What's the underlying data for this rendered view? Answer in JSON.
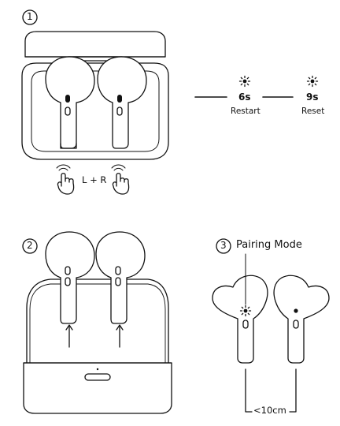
{
  "steps": [
    {
      "number": "1"
    },
    {
      "number": "2"
    },
    {
      "number": "3",
      "title": "Pairing Mode"
    }
  ],
  "step1": {
    "touch_label": "L + R",
    "timeline": [
      {
        "time": "6s",
        "label": "Restart",
        "icon": "light-icon"
      },
      {
        "time": "9s",
        "label": "Reset",
        "icon": "light-icon"
      }
    ]
  },
  "step3": {
    "distance_label": "<10cm"
  }
}
